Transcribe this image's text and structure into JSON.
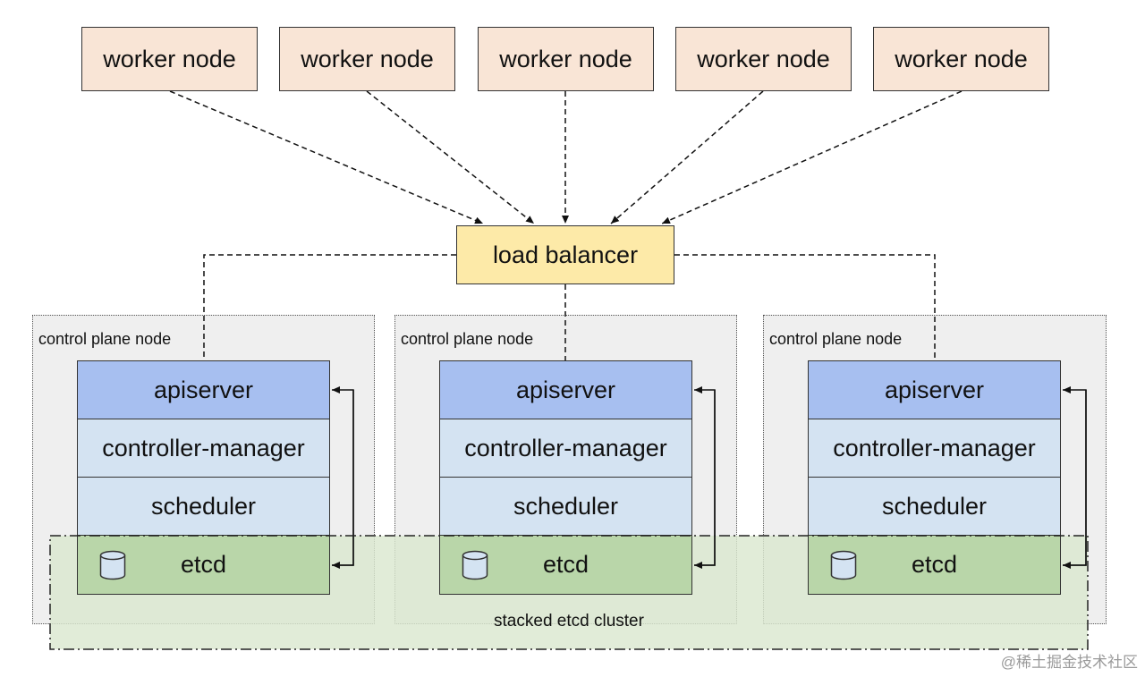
{
  "workers": [
    {
      "label": "worker node"
    },
    {
      "label": "worker node"
    },
    {
      "label": "worker node"
    },
    {
      "label": "worker node"
    },
    {
      "label": "worker node"
    }
  ],
  "load_balancer": {
    "label": "load balancer"
  },
  "control_planes": [
    {
      "label": "control plane node",
      "apiserver": "apiserver",
      "controller": "controller-manager",
      "scheduler": "scheduler",
      "etcd": "etcd"
    },
    {
      "label": "control plane node",
      "apiserver": "apiserver",
      "controller": "controller-manager",
      "scheduler": "scheduler",
      "etcd": "etcd"
    },
    {
      "label": "control plane node",
      "apiserver": "apiserver",
      "controller": "controller-manager",
      "scheduler": "scheduler",
      "etcd": "etcd"
    }
  ],
  "etcd_cluster": {
    "label": "stacked etcd cluster"
  },
  "watermark": "@稀土掘金技术社区",
  "colors": {
    "worker_fill": "#f9e5d6",
    "load_balancer_fill": "#fdeaa8",
    "apiserver_fill": "#a7bff0",
    "component_fill": "#d4e3f2",
    "etcd_fill": "#b9d6a9",
    "etcd_cluster_fill": "#dae8d0",
    "control_plane_fill": "#efefef"
  },
  "icons": {
    "database": "database-cylinder-icon"
  }
}
